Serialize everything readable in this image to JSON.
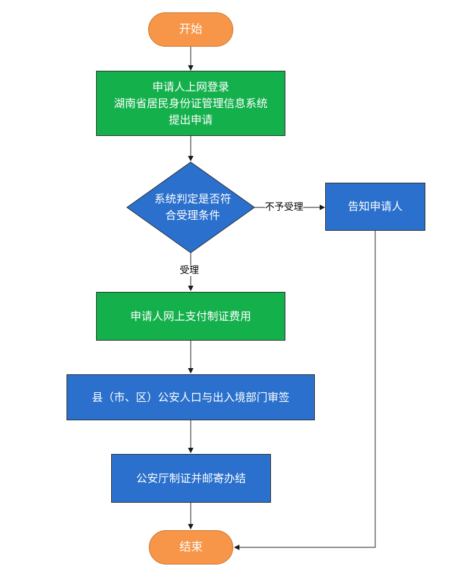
{
  "flowchart": {
    "start": "开始",
    "step_login": {
      "line1": "申请人上网登录",
      "line2": "湖南省居民身份证管理信息系统",
      "line3": "提出申请"
    },
    "decision": {
      "line1": "系统判定是否符",
      "line2": "合受理条件"
    },
    "reject_label": "不予受理",
    "notify": "告知申请人",
    "accept_label": "受理",
    "step_pay": "申请人网上支付制证费用",
    "step_review": "县（市、区）公安人口与出入境部门审签",
    "step_produce": "公安厅制证并邮寄办结",
    "end": "结束"
  },
  "colors": {
    "terminal": "#f79548",
    "process_green": "#14b04c",
    "process_blue": "#2a70cc",
    "connector": "#1a1a1a"
  }
}
